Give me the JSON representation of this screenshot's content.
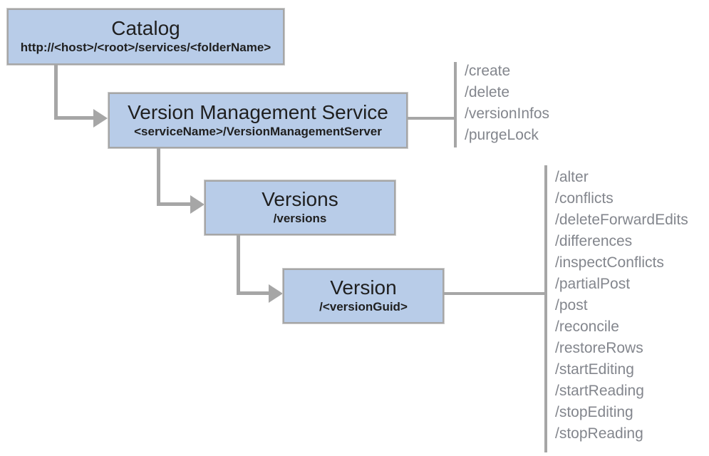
{
  "diagram": {
    "nodes": {
      "catalog": {
        "title": "Catalog",
        "subtitle": "http://<host>/<root>/services/<folderName>"
      },
      "version_management_service": {
        "title": "Version Management Service",
        "subtitle": "<serviceName>/VersionManagementServer"
      },
      "versions": {
        "title": "Versions",
        "subtitle": "/versions"
      },
      "version": {
        "title": "Version",
        "subtitle": "/<versionGuid>"
      }
    },
    "vms_operations": [
      "/create",
      "/delete",
      "/versionInfos",
      "/purgeLock"
    ],
    "version_operations": [
      "/alter",
      "/conflicts",
      "/deleteForwardEdits",
      "/differences",
      "/inspectConflicts",
      "/partialPost",
      "/post",
      "/reconcile",
      "/restoreRows",
      "/startEditing",
      "/startReading",
      "/stopEditing",
      "/stopReading"
    ],
    "colors": {
      "node_fill": "#b8cce8",
      "node_border": "#a6a6a6",
      "connector": "#a6a6a6",
      "title_text": "#1f1f1f",
      "ops_text": "#83868d"
    }
  }
}
